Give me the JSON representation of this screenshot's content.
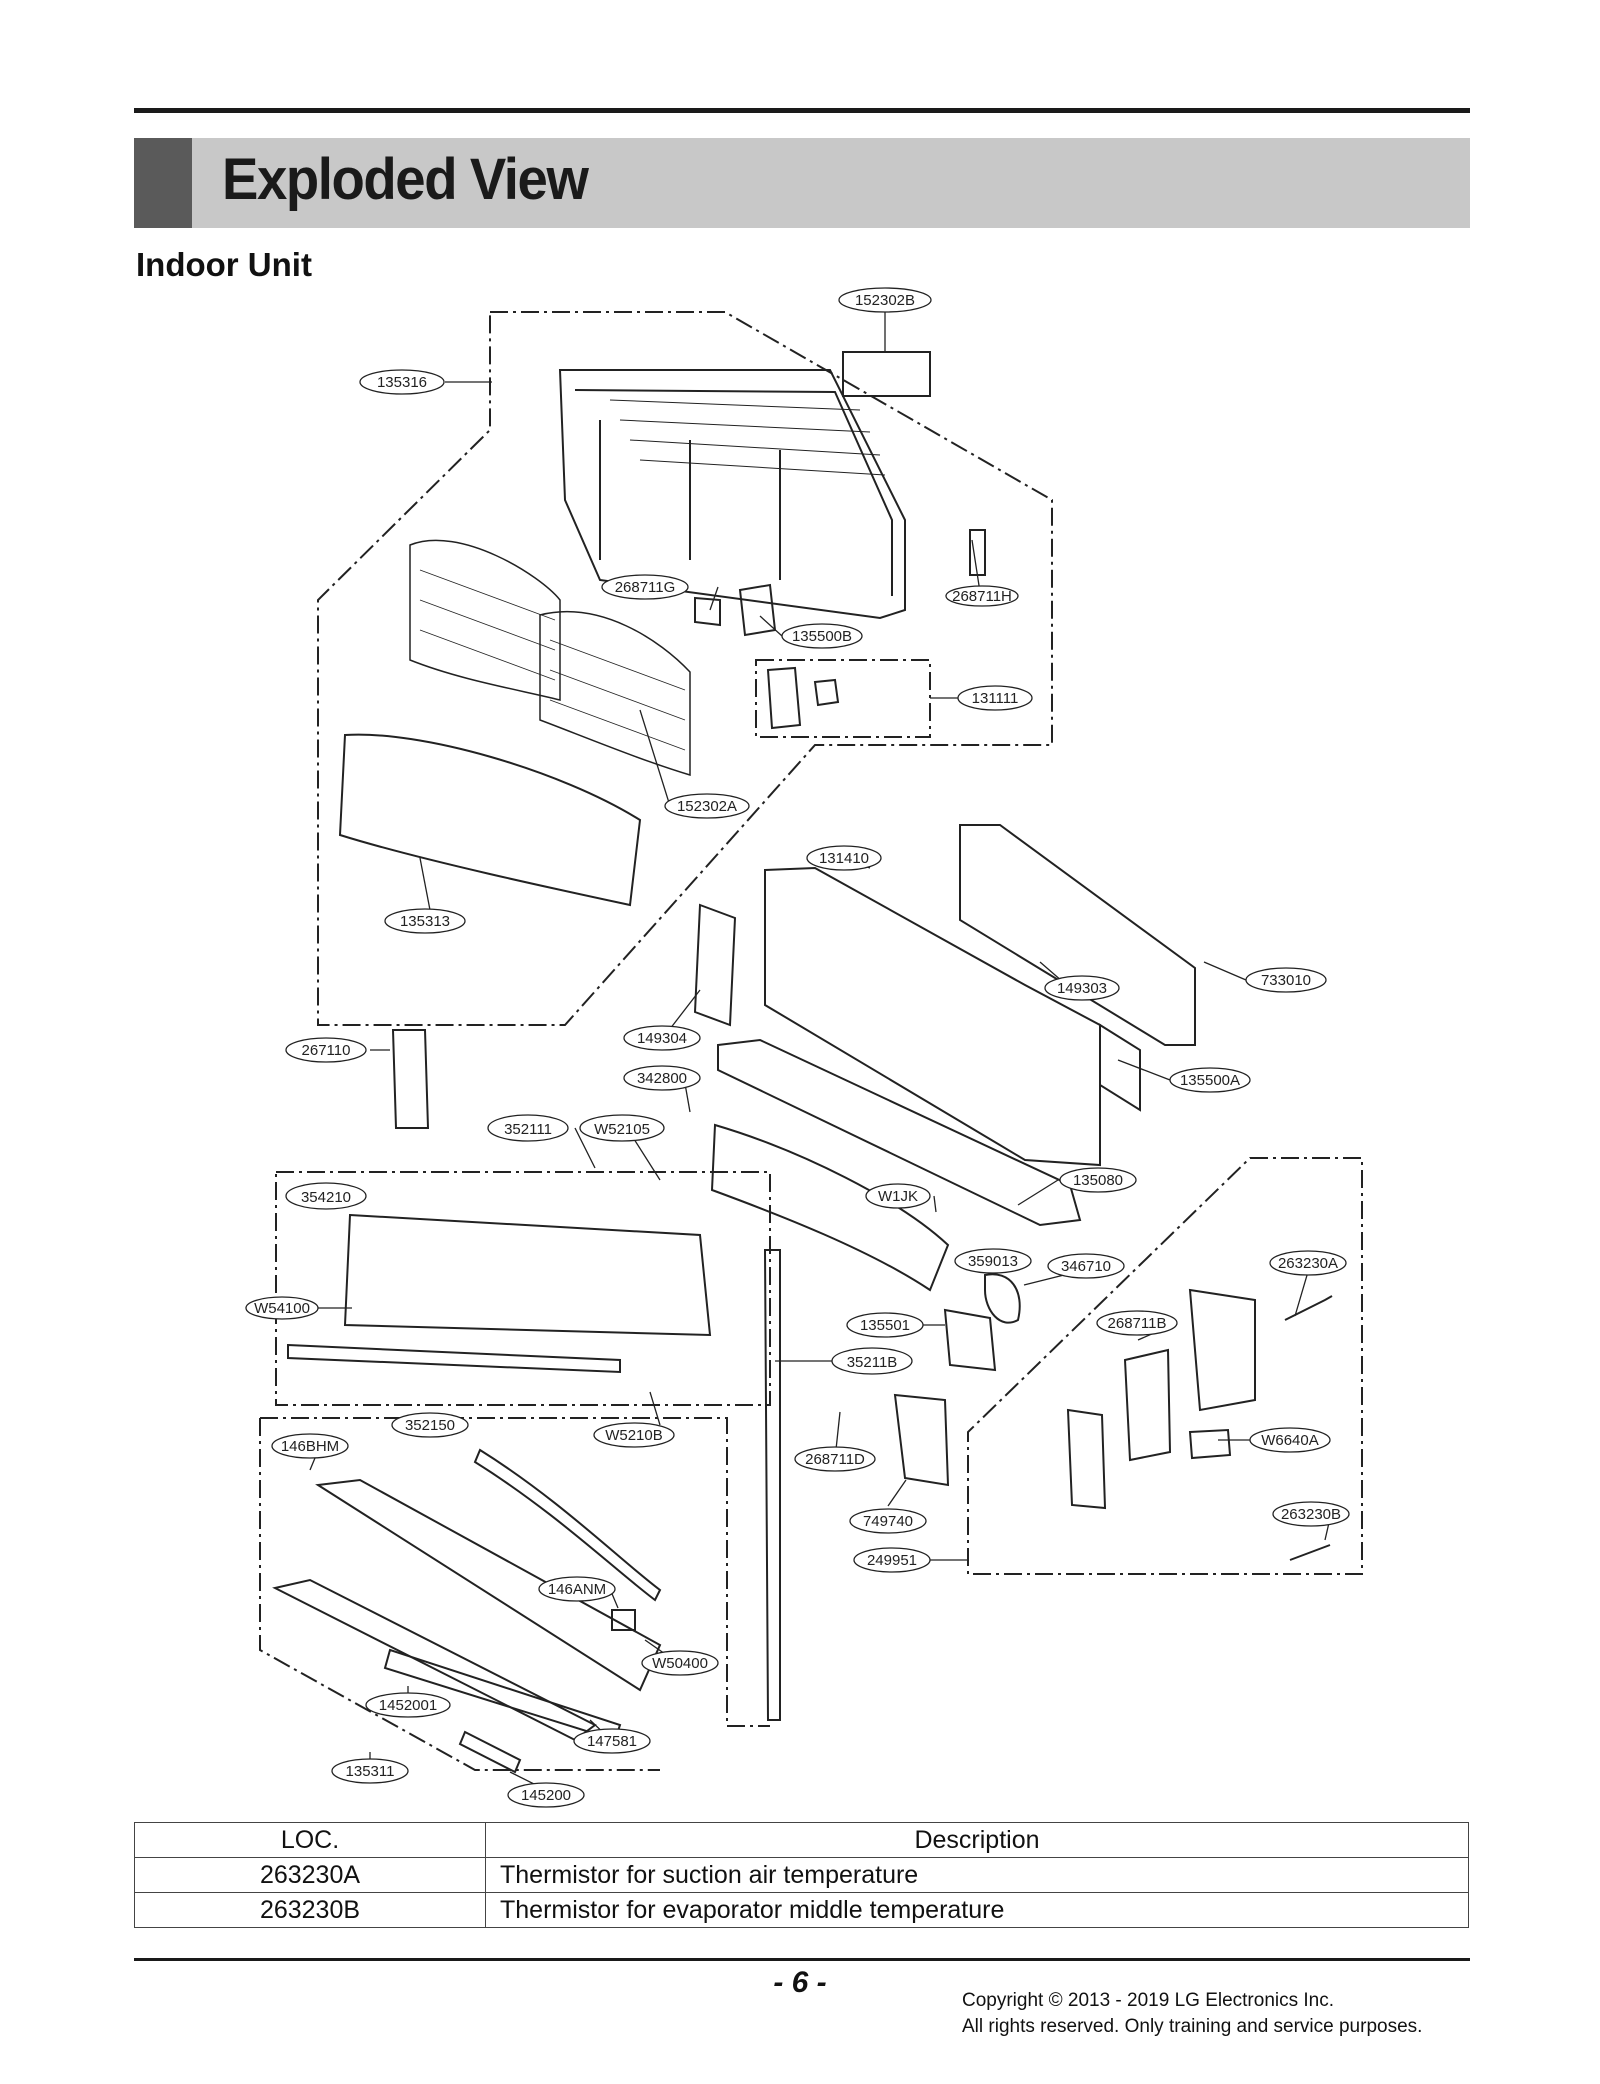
{
  "page": {
    "title": "Exploded View",
    "section_title": "Indoor Unit",
    "page_number": "- 6 -",
    "copyright_line1": "Copyright © 2013 - 2019 LG Electronics Inc.",
    "copyright_line2": "All rights reserved. Only training and service purposes."
  },
  "callouts": [
    "152302B",
    "135316",
    "268711G",
    "268711H",
    "135500B",
    "131111",
    "152302A",
    "131410",
    "135313",
    "149303",
    "733010",
    "267110",
    "149304",
    "342800",
    "135500A",
    "352111",
    "W52105",
    "135080",
    "354210",
    "W1JK",
    "359013",
    "346710",
    "263230A",
    "W54100",
    "135501",
    "268711B",
    "35211B",
    "352150",
    "W5210B",
    "146BHM",
    "268711D",
    "W6640A",
    "749740",
    "263230B",
    "249951",
    "146ANM",
    "W50400",
    "1452001",
    "147581",
    "135311",
    "145200"
  ],
  "table": {
    "headers": [
      "LOC.",
      "Description"
    ],
    "rows": [
      {
        "loc": "263230A",
        "description": "Thermistor for suction air temperature"
      },
      {
        "loc": "263230B",
        "description": "Thermistor for evaporator middle temperature"
      }
    ]
  }
}
